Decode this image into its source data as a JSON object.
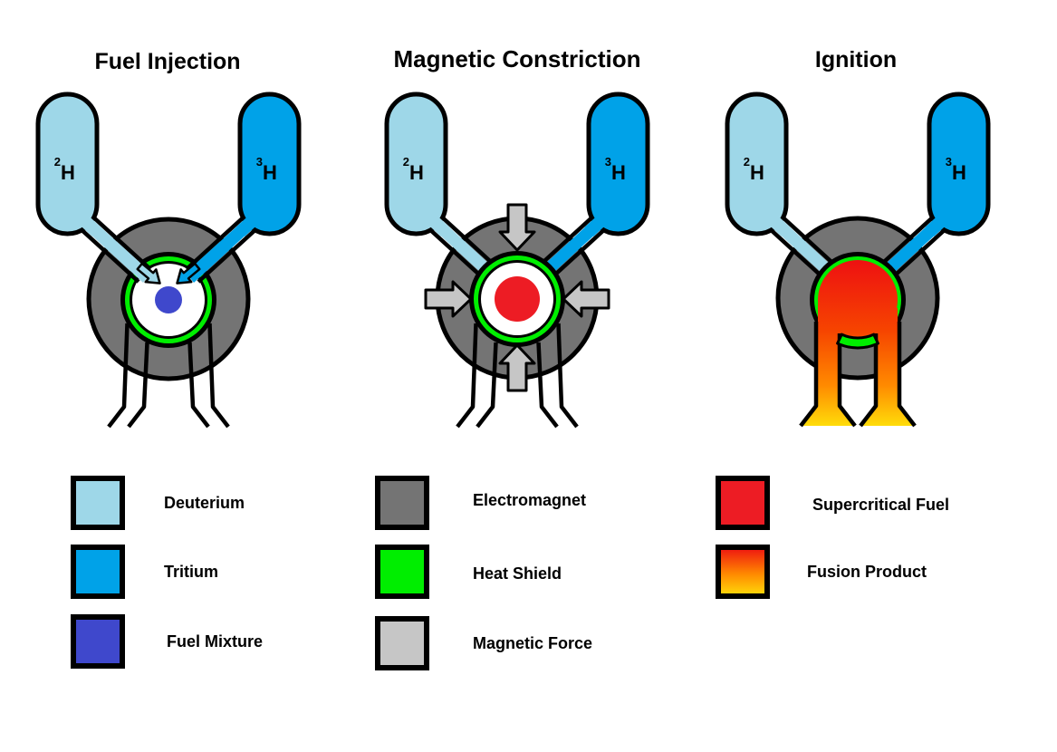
{
  "colors": {
    "background": "#FFFFFF",
    "outline": "#000000",
    "deuterium": "#9ED7E8",
    "tritium": "#00A2E8",
    "fuel_mixture": "#3F48CC",
    "electromagnet": "#747474",
    "heat_shield": "#00EE00",
    "magnetic_force": "#C6C6C6",
    "supercritical_fuel": "#ED1C24",
    "fusion_top": "#EE1111",
    "fusion_red_orange": "#F64400",
    "fusion_orange": "#FF8A00",
    "fusion_bottom": "#FFDE0A",
    "chamber_interior": "#FFFFFF"
  },
  "panels": [
    {
      "title": "Fuel Injection",
      "left_tank": {
        "sup": "2",
        "symbol": "H"
      },
      "right_tank": {
        "sup": "3",
        "symbol": "H"
      }
    },
    {
      "title": "Magnetic Constriction",
      "left_tank": {
        "sup": "2",
        "symbol": "H"
      },
      "right_tank": {
        "sup": "3",
        "symbol": "H"
      }
    },
    {
      "title": "Ignition",
      "left_tank": {
        "sup": "2",
        "symbol": "H"
      },
      "right_tank": {
        "sup": "3",
        "symbol": "H"
      }
    }
  ],
  "legend": {
    "columns": [
      {
        "items": [
          {
            "label": "Deuterium",
            "color_key": "deuterium"
          },
          {
            "label": "Tritium",
            "color_key": "tritium"
          },
          {
            "label": "Fuel Mixture",
            "color_key": "fuel_mixture"
          }
        ]
      },
      {
        "items": [
          {
            "label": "Electromagnet",
            "color_key": "electromagnet"
          },
          {
            "label": "Heat Shield",
            "color_key": "heat_shield"
          },
          {
            "label": "Magnetic Force",
            "color_key": "magnetic_force"
          }
        ]
      },
      {
        "items": [
          {
            "label": "Supercritical Fuel",
            "color_key": "supercritical_fuel"
          },
          {
            "label": "Fusion Product",
            "color_key": "fusion_gradient"
          }
        ]
      }
    ]
  }
}
